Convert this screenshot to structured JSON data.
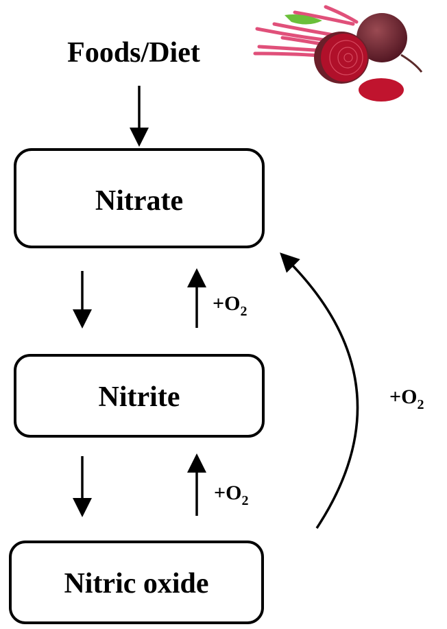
{
  "title": "Foods/Diet",
  "boxes": {
    "nitrate": "Nitrate",
    "nitrite": "Nitrite",
    "nitric_oxide": "Nitric oxide"
  },
  "oxygen_label": {
    "prefix": "+O",
    "subscript": "2"
  },
  "image": {
    "subject": "beetroot"
  },
  "colors": {
    "beet_flesh": "#b0102a",
    "beet_skin": "#6b1f2a",
    "stems": "#e0507a",
    "leaf": "#6abf3a"
  }
}
